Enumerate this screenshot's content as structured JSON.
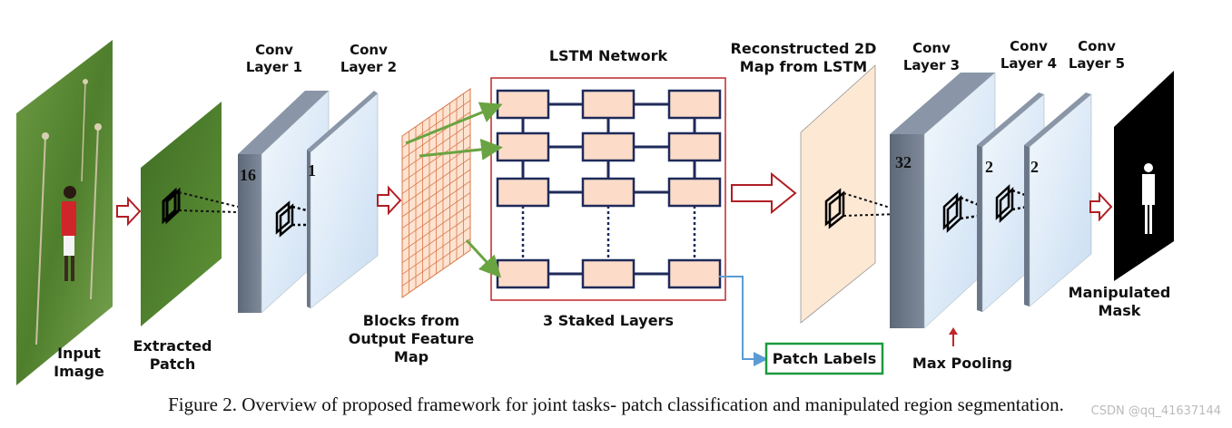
{
  "labels": {
    "input_image": [
      "Input",
      "Image"
    ],
    "extracted_patch": [
      "Extracted",
      "Patch"
    ],
    "conv1": [
      "Conv",
      "Layer 1"
    ],
    "conv2": [
      "Conv",
      "Layer 2"
    ],
    "conv1_depth": "16",
    "conv2_depth": "1",
    "blocks": [
      "Blocks from",
      "Output Feature",
      "Map"
    ],
    "lstm_title": "LSTM Network",
    "lstm_layers": "3 Staked Layers",
    "reconstructed": [
      "Reconstructed 2D",
      "Map from LSTM"
    ],
    "conv3": [
      "Conv",
      "Layer 3"
    ],
    "conv4": [
      "Conv",
      "Layer 4"
    ],
    "conv5": [
      "Conv",
      "Layer 5"
    ],
    "conv3_depth": "32",
    "conv4_depth": "2",
    "conv5_depth": "2",
    "patch_labels": "Patch Labels",
    "max_pooling": "Max Pooling",
    "manipulated_mask": [
      "Manipulated",
      "Mask"
    ]
  },
  "caption": "Figure 2.  Overview of proposed framework for joint tasks- patch classification and manipulated region segmentation.",
  "watermark": "CSDN @qq_41637144",
  "colors": {
    "lstm_border": "#c0262c",
    "lstm_cell_fill": "#fcdcc8",
    "lstm_cell_stroke": "#1e2a5a",
    "conv_face": "#dbe9f7",
    "conv_side": "#6b7788",
    "arrow_red": "#b01e24",
    "arrow_green": "#6aa341",
    "arrow_blue": "#5b9bd5",
    "patch_box": "#1c9a3c",
    "grid_fill": "#fde3d0",
    "grid_line": "#d9774a"
  }
}
